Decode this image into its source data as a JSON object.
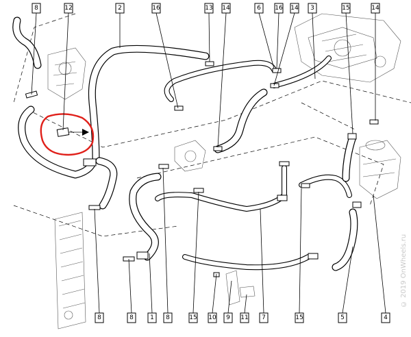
{
  "diagram": {
    "callouts_top": [
      "8",
      "12",
      "2",
      "16",
      "13",
      "14",
      "6",
      "16",
      "14",
      "3",
      "15",
      "14"
    ],
    "callouts_bottom": [
      "8",
      "8",
      "1",
      "8",
      "15",
      "10",
      "9",
      "11",
      "7",
      "15",
      "5",
      "4"
    ],
    "highlight_color": "#e0201a",
    "line_color": "#000000"
  },
  "watermark": "© 2019 OnWheels.ru"
}
